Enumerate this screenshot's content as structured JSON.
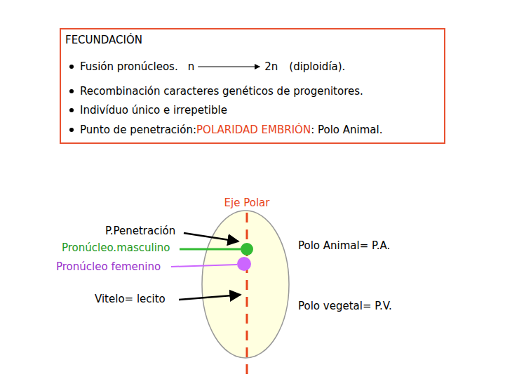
{
  "diagram": {
    "nodes": [
      {
        "text": [
          "FECUNDACIÓN",
          "Fusión pronúcleos.",
          "n",
          "2n",
          "(diploidía).",
          "Recombinación caracteres genéticos de progenitores.",
          "Indivíduo único e irrepetible",
          "Punto de penetración:",
          "POLARIDAD EMBRIÓN",
          ": Polo Animal."
        ]
      }
    ],
    "labels": [
      "Eje Polar",
      "P.Penetración",
      "Pronúcleo.masculino",
      "Pronúcleo femenino",
      "Vitelo= lecito",
      "Polo Animal= P.A.",
      "Polo vegetal= P.V."
    ]
  }
}
